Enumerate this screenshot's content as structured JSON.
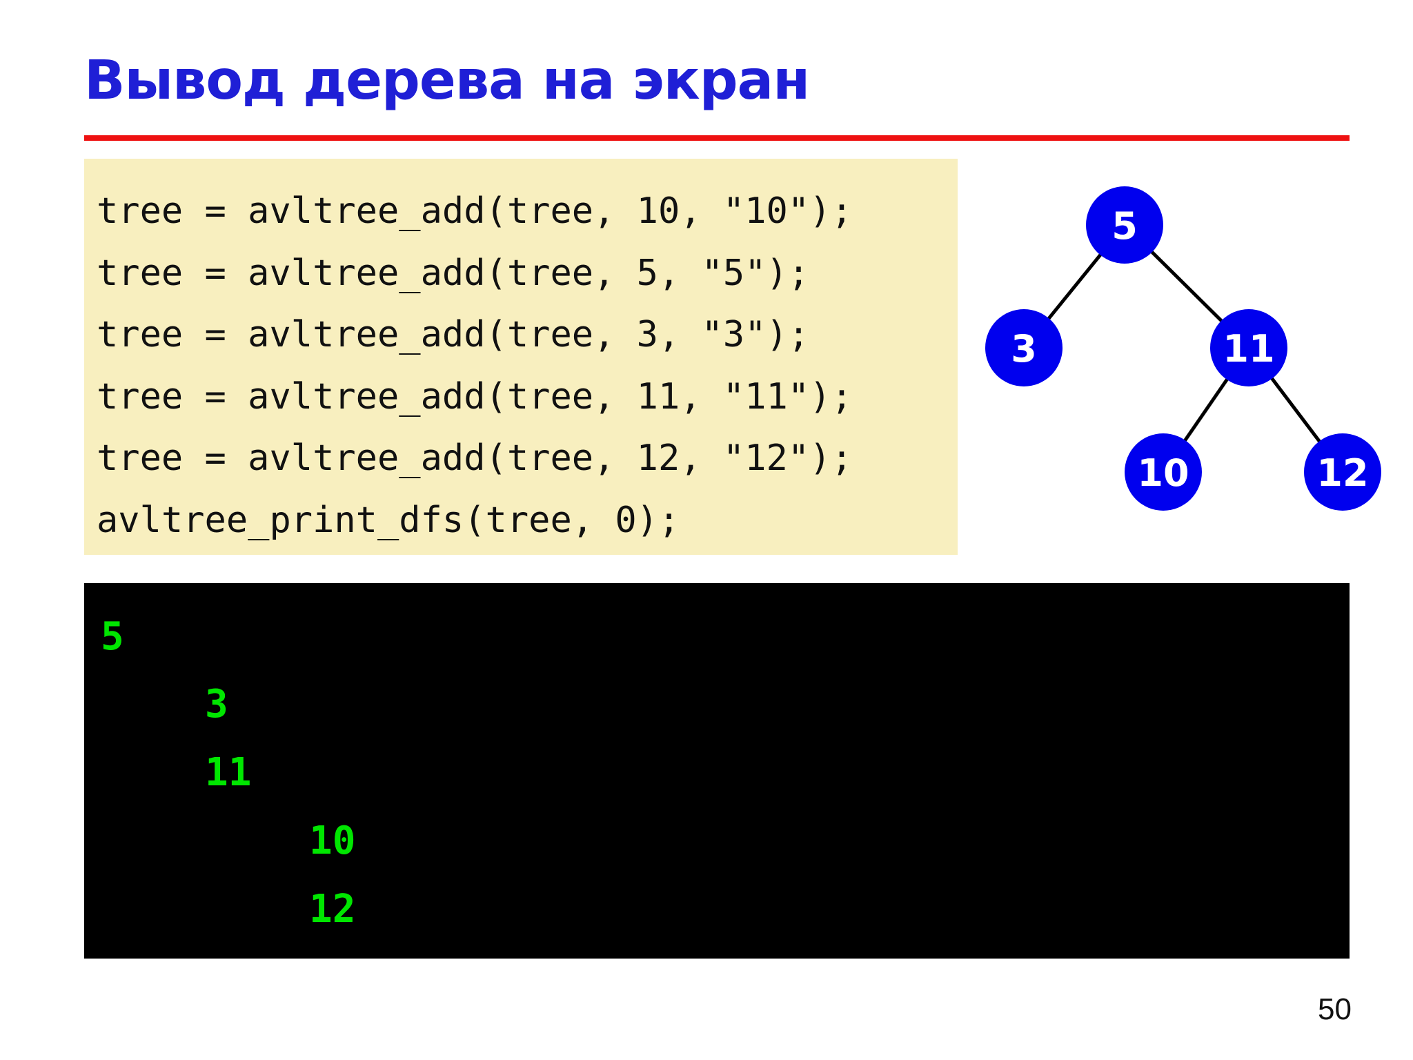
{
  "slide": {
    "title": "Вывод дерева на экран",
    "page_number": "50"
  },
  "code": {
    "lines": [
      "tree = avltree_add(tree, 10, \"10\");",
      "tree = avltree_add(tree, 5, \"5\");",
      "tree = avltree_add(tree, 3, \"3\");",
      "tree = avltree_add(tree, 11, \"11\");",
      "tree = avltree_add(tree, 12, \"12\");",
      "avltree_print_dfs(tree, 0);"
    ]
  },
  "tree": {
    "nodes": [
      "5",
      "3",
      "11",
      "10",
      "12"
    ],
    "edges": [
      [
        "5",
        "3"
      ],
      [
        "5",
        "11"
      ],
      [
        "11",
        "10"
      ],
      [
        "11",
        "12"
      ]
    ],
    "node_color": "#0000ee"
  },
  "console": {
    "lines": [
      {
        "text": "5",
        "depth": 0
      },
      {
        "text": "3",
        "depth": 1
      },
      {
        "text": "11",
        "depth": 1
      },
      {
        "text": "10",
        "depth": 2
      },
      {
        "text": "12",
        "depth": 2
      }
    ],
    "text_color": "#00e600"
  },
  "colors": {
    "title": "#1f1fd6",
    "rule": "#ee1111",
    "code_background": "#f8efbf",
    "console_background": "#000000"
  }
}
